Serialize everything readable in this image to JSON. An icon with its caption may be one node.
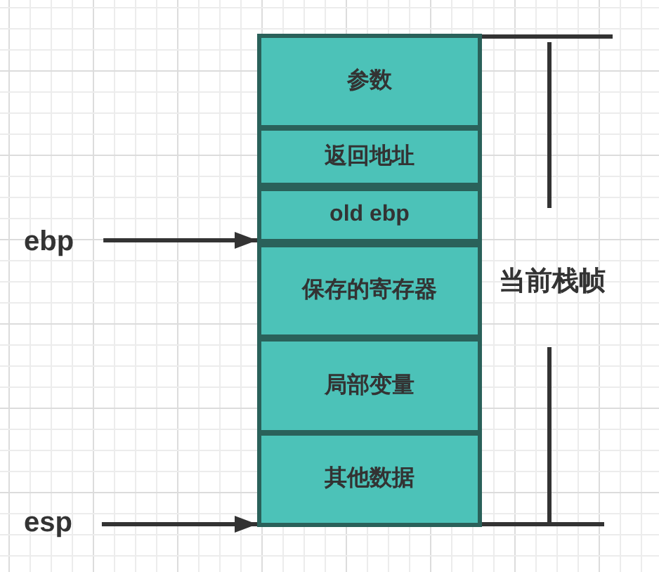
{
  "diagram": {
    "nodes": [
      {
        "text": [
          "参数"
        ]
      },
      {
        "text": [
          "返回地址"
        ]
      },
      {
        "text": [
          "old ebp"
        ]
      },
      {
        "text": [
          "ebp"
        ]
      },
      {
        "text": [
          "保存的寄存器"
        ]
      },
      {
        "text": [
          "局部变量"
        ]
      },
      {
        "text": [
          "其他数据"
        ]
      },
      {
        "text": [
          "esp"
        ]
      }
    ],
    "edges": [
      {
        "from": 3,
        "to": 2,
        "arrow": "to"
      },
      {
        "from": 7,
        "to": 6,
        "arrow": "to"
      }
    ],
    "labels": [
      "当前栈帧"
    ]
  }
}
